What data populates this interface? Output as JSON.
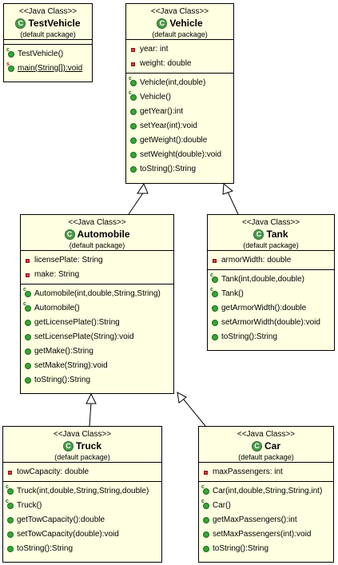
{
  "stereotype": "<<Java Class>>",
  "package": "(default package)",
  "class_icon": "C",
  "classes": {
    "testvehicle": {
      "name": "TestVehicle",
      "fields": [],
      "methods": [
        {
          "text": "TestVehicle()",
          "marker": "c"
        },
        {
          "text": "main(String[]):void",
          "marker": "s"
        }
      ]
    },
    "vehicle": {
      "name": "Vehicle",
      "fields": [
        "year: int",
        "weight: double"
      ],
      "methods": [
        {
          "text": "Vehicle(int,double)",
          "marker": "c"
        },
        {
          "text": "Vehicle()",
          "marker": "c"
        },
        {
          "text": "getYear():int",
          "marker": ""
        },
        {
          "text": "setYear(int):void",
          "marker": ""
        },
        {
          "text": "getWeight():double",
          "marker": ""
        },
        {
          "text": "setWeight(double):void",
          "marker": ""
        },
        {
          "text": "toString():String",
          "marker": ""
        }
      ]
    },
    "automobile": {
      "name": "Automobile",
      "fields": [
        "licensePlate: String",
        "make: String"
      ],
      "methods": [
        {
          "text": "Automobile(int,double,String,String)",
          "marker": "c"
        },
        {
          "text": "Automobile()",
          "marker": "c"
        },
        {
          "text": "getLicensePlate():String",
          "marker": ""
        },
        {
          "text": "setLicensePlate(String):void",
          "marker": ""
        },
        {
          "text": "getMake():String",
          "marker": ""
        },
        {
          "text": "setMake(String):void",
          "marker": ""
        },
        {
          "text": "toString():String",
          "marker": ""
        }
      ]
    },
    "tank": {
      "name": "Tank",
      "fields": [
        "armorWidth: double"
      ],
      "methods": [
        {
          "text": "Tank(int,double,double)",
          "marker": "c"
        },
        {
          "text": "Tank()",
          "marker": "c"
        },
        {
          "text": "getArmorWidth():double",
          "marker": ""
        },
        {
          "text": "setArmorWidth(double):void",
          "marker": ""
        },
        {
          "text": "toString():String",
          "marker": ""
        }
      ]
    },
    "truck": {
      "name": "Truck",
      "fields": [
        "towCapacity: double"
      ],
      "methods": [
        {
          "text": "Truck(int,double,String,String,double)",
          "marker": "c"
        },
        {
          "text": "Truck()",
          "marker": "c"
        },
        {
          "text": "getTowCapacity():double",
          "marker": ""
        },
        {
          "text": "setTowCapacity(double):void",
          "marker": ""
        },
        {
          "text": "toString():String",
          "marker": ""
        }
      ]
    },
    "car": {
      "name": "Car",
      "fields": [
        "maxPassengers: int"
      ],
      "methods": [
        {
          "text": "Car(int,double,String,String,int)",
          "marker": "c"
        },
        {
          "text": "Car()",
          "marker": "c"
        },
        {
          "text": "getMaxPassengers():int",
          "marker": ""
        },
        {
          "text": "setMaxPassengers(int):void",
          "marker": ""
        },
        {
          "text": "toString():String",
          "marker": ""
        }
      ]
    }
  },
  "generalizations": [
    {
      "from": "Automobile",
      "to": "Vehicle"
    },
    {
      "from": "Tank",
      "to": "Vehicle"
    },
    {
      "from": "Truck",
      "to": "Automobile"
    },
    {
      "from": "Car",
      "to": "Automobile"
    }
  ],
  "colors": {
    "class_fill": "#ffffe1",
    "icon_green": "#4c9b4c",
    "field_red": "#d83a3a"
  }
}
